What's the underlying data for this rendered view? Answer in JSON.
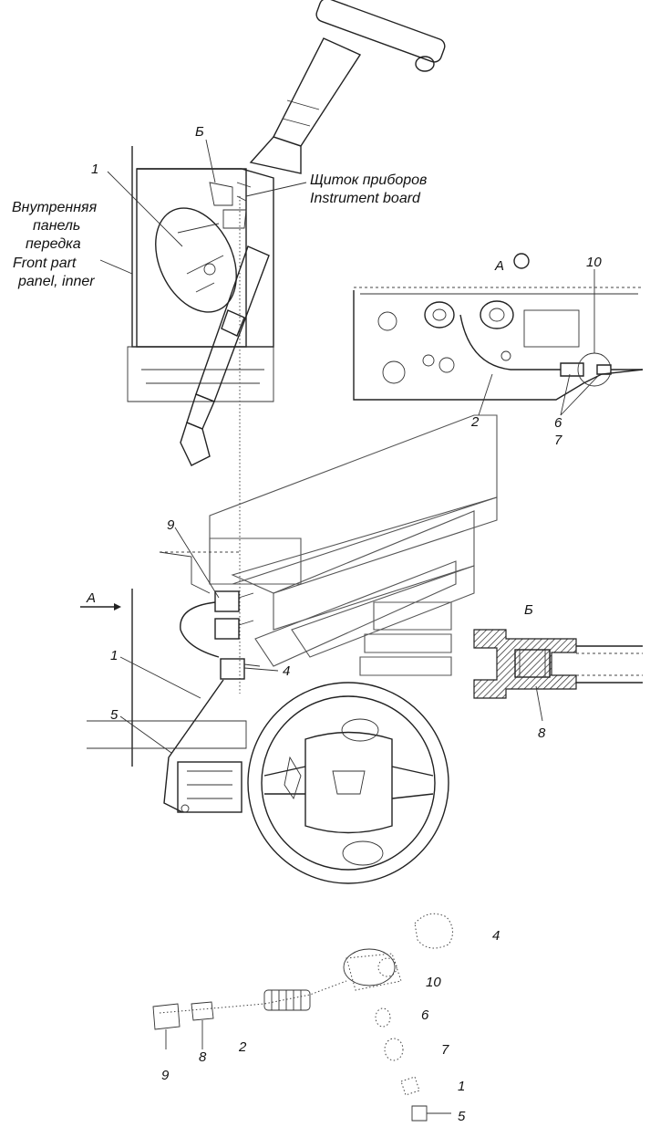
{
  "labels": {
    "view_b_top": "Б",
    "callout_1_top": "1",
    "inner_panel_ru_1": "Внутренняя",
    "inner_panel_ru_2": "панель",
    "inner_panel_ru_3": "передка",
    "inner_panel_en_1": "Front part",
    "inner_panel_en_2": "panel, inner",
    "instrument_board_ru": "Щиток приборов",
    "instrument_board_en": "Instrument board",
    "view_a_title": "А",
    "callout_10_view_a": "10",
    "callout_2_view_a": "2",
    "callout_6_view_a": "6",
    "callout_7_view_a": "7",
    "callout_9_mid": "9",
    "arrow_a": "А",
    "callout_1_mid": "1",
    "callout_4_mid": "4",
    "callout_5_mid": "5",
    "section_b_title": "Б",
    "callout_8_section": "8",
    "exp_4": "4",
    "exp_10": "10",
    "exp_6": "6",
    "exp_7": "7",
    "exp_2": "2",
    "exp_1": "1",
    "exp_9": "9",
    "exp_8": "8",
    "exp_5": "5"
  },
  "colors": {
    "line": "#222222",
    "background": "#ffffff"
  }
}
